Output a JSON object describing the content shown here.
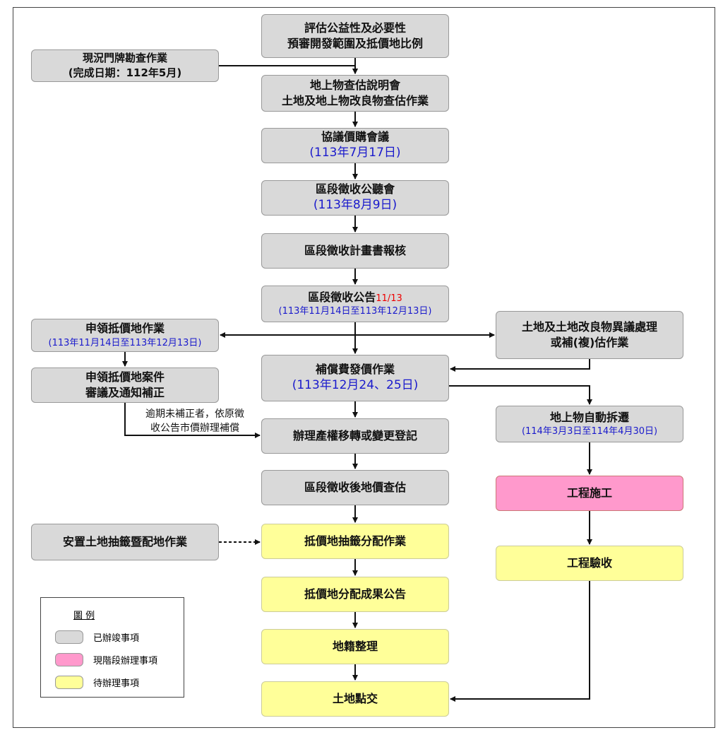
{
  "colors": {
    "done": "#d9d9d9",
    "current": "#ff99cc",
    "pending": "#ffff99",
    "date_text": "#1a1acc",
    "highlight": "#e00000"
  },
  "boxes": {
    "b1": {
      "line1": "評估公益性及必要性",
      "line2": "預審開發範圍及抵價地比例"
    },
    "b0": {
      "line1": "現況門牌勘查作業",
      "line2": "(完成日期：112年5月)"
    },
    "b2": {
      "line1": "地上物查估說明會",
      "line2": "土地及地上物改良物查估作業"
    },
    "b3": {
      "line1": "協議價購會議",
      "date": "(113年7月17日)"
    },
    "b4": {
      "line1": "區段徵收公聽會",
      "date": "(113年8月9日)"
    },
    "b5": {
      "line1": "區段徵收計畫書報核"
    },
    "b6": {
      "line1": "區段徵收公告",
      "mark": "11/13",
      "date": "(113年11月14日至113年12月13日)"
    },
    "l1": {
      "line1": "申領抵價地作業",
      "date": "(113年11月14日至113年12月13日)"
    },
    "r1": {
      "line1": "土地及土地改良物異議處理",
      "line2": "或補(複)估作業"
    },
    "b7": {
      "line1": "補償費發價作業",
      "date": "(113年12月24、25日)"
    },
    "l2": {
      "line1": "申領抵價地案件",
      "line2": "審議及通知補正"
    },
    "r2": {
      "line1": "地上物自動拆遷",
      "date": "(114年3月3日至114年4月30日)"
    },
    "b8": {
      "line1": "辦理產權移轉或變更登記"
    },
    "b9": {
      "line1": "區段徵收後地價查估"
    },
    "r3": {
      "line1": "工程施工"
    },
    "l3": {
      "line1": "安置土地抽籤暨配地作業"
    },
    "b10": {
      "line1": "抵價地抽籤分配作業"
    },
    "r4": {
      "line1": "工程驗收"
    },
    "b11": {
      "line1": "抵價地分配成果公告"
    },
    "b12": {
      "line1": "地籍整理"
    },
    "b13": {
      "line1": "土地點交"
    }
  },
  "note": {
    "line1": "逾期未補正者，依原徵",
    "line2": "收公告市價辦理補償"
  },
  "legend": {
    "title": "圖 例",
    "items": [
      {
        "label": "已辦竣事項"
      },
      {
        "label": "現階段辦理事項"
      },
      {
        "label": "待辦理事項"
      }
    ]
  }
}
